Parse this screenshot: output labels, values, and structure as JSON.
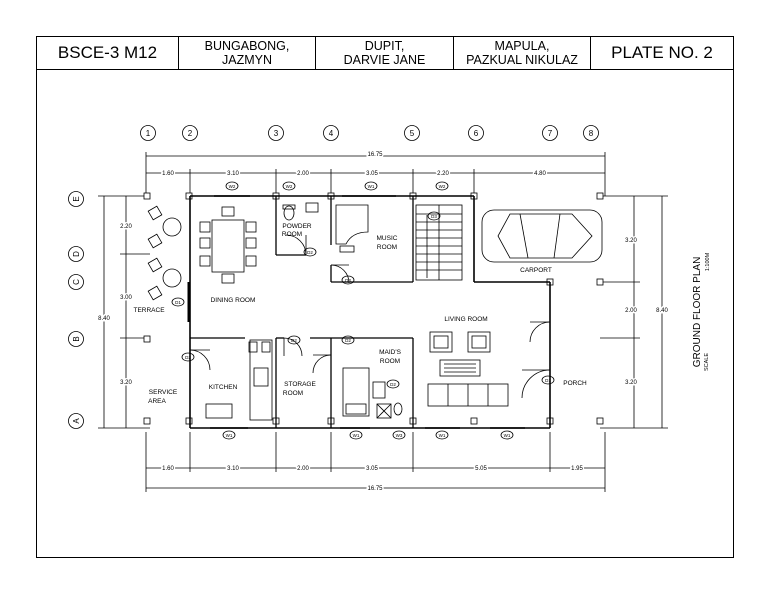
{
  "title_block": {
    "course": "BSCE-3 M12",
    "names": [
      {
        "line1": "BUNGABONG,",
        "line2": "JAZMYN"
      },
      {
        "line1": "DUPIT,",
        "line2": "DARVIE JANE"
      },
      {
        "line1": "MAPULA,",
        "line2": "PAZKUAL NIKULAZ"
      }
    ],
    "plate": "PLATE NO. 2"
  },
  "plan": {
    "title": "GROUND FLOOR PLAN",
    "scale_label": "SCALE",
    "scale_value": "1:100M",
    "grid_columns": [
      "1",
      "2",
      "3",
      "4",
      "5",
      "6",
      "7",
      "8"
    ],
    "grid_rows": [
      "E",
      "D",
      "C",
      "B",
      "A"
    ],
    "rooms": {
      "powder": [
        "POWDER",
        "ROOM"
      ],
      "music": [
        "MUSIC",
        "ROOM"
      ],
      "carport": "CARPORT",
      "terrace": "TERRACE",
      "dining": "DINING ROOM",
      "living": "LIVING ROOM",
      "maids": [
        "MAID'S",
        "ROOM"
      ],
      "service": [
        "SERVICE",
        "AREA"
      ],
      "kitchen": "KITCHEN",
      "storage": [
        "STORAGE",
        "ROOM"
      ],
      "porch": "PORCH"
    },
    "dims_top": [
      "1.60",
      "3.10",
      "2.00",
      "3.05",
      "2.20",
      "4.80"
    ],
    "dims_bottom": [
      "1.60",
      "3.10",
      "2.00",
      "3.05",
      "5.05",
      "1.95"
    ],
    "dim_total": "16.75",
    "dims_left": [
      "2.20",
      "3.00",
      "3.20"
    ],
    "dim_left_total": "8.40",
    "dims_right": [
      "3.20",
      "2.00",
      "3.20"
    ],
    "dim_right_total": "8.40",
    "window_tags": {
      "top": [
        "W2",
        "W2",
        "W1",
        "W2"
      ],
      "bottom": [
        "W1",
        "W1",
        "W3",
        "W1",
        "W1"
      ]
    },
    "door_tags": [
      "D1",
      "D2",
      "D3",
      "D2",
      "D2",
      "D2",
      "D2",
      "D1",
      "D3"
    ]
  }
}
